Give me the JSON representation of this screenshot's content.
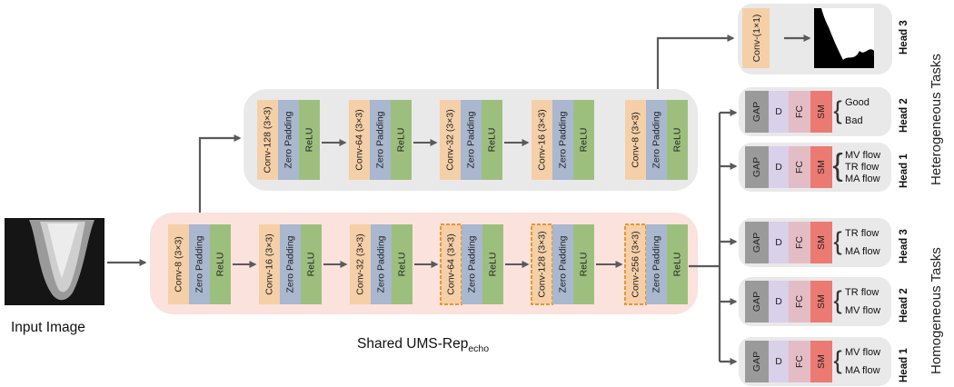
{
  "input_label": "Input Image",
  "shared_label": {
    "main": "Shared UMS-Rep",
    "sub": "echo"
  },
  "groups": {
    "heterogeneous": "Heterogeneous Tasks",
    "homogeneous": "Homogeneous Tasks"
  },
  "zero_padding": "Zero Padding",
  "relu": "ReLU",
  "shared_convs": [
    "Conv-8 (3×3)",
    "Conv-16 (3×3)",
    "Conv-32 (3×3)",
    "Conv-64 (3×3)",
    "Conv-128 (3×3)",
    "Conv-256 (3×3)"
  ],
  "hetero_convs": [
    "Conv-128 (3×3)",
    "Conv-64 (3×3)",
    "Conv-32 (3×3)",
    "Conv-16 (3×3)",
    "Conv-8 (3×3)"
  ],
  "seg_head": {
    "conv": "Conv-(1×1)",
    "head": "Head 3"
  },
  "head_blocks": {
    "gap": "GAP",
    "d": "D",
    "fc": "FC",
    "sm": "SM"
  },
  "heads": [
    {
      "head": "Head 2",
      "outputs": [
        "Good",
        "Bad"
      ]
    },
    {
      "head": "Head 1",
      "outputs": [
        "MV flow",
        "TR flow",
        "MA flow"
      ]
    },
    {
      "head": "Head 3",
      "outputs": [
        "TR flow",
        "MA flow"
      ]
    },
    {
      "head": "Head 2",
      "outputs": [
        "TR flow",
        "MV flow"
      ]
    },
    {
      "head": "Head 1",
      "outputs": [
        "MV flow",
        "MA flow"
      ]
    }
  ],
  "colors": {
    "conv": "#f5cfa7",
    "zero_padding": "#a9b7cf",
    "relu": "#9dbf7e",
    "gap": "#9a9a9a",
    "d": "#d9d0ea",
    "fc": "#e3bcc6",
    "sm": "#ea7a72",
    "shared_bg": "#fbe2dc",
    "hetero_bg": "#e9e9e9",
    "arrow": "#5a5a5a",
    "highlight": "#e8962f"
  }
}
